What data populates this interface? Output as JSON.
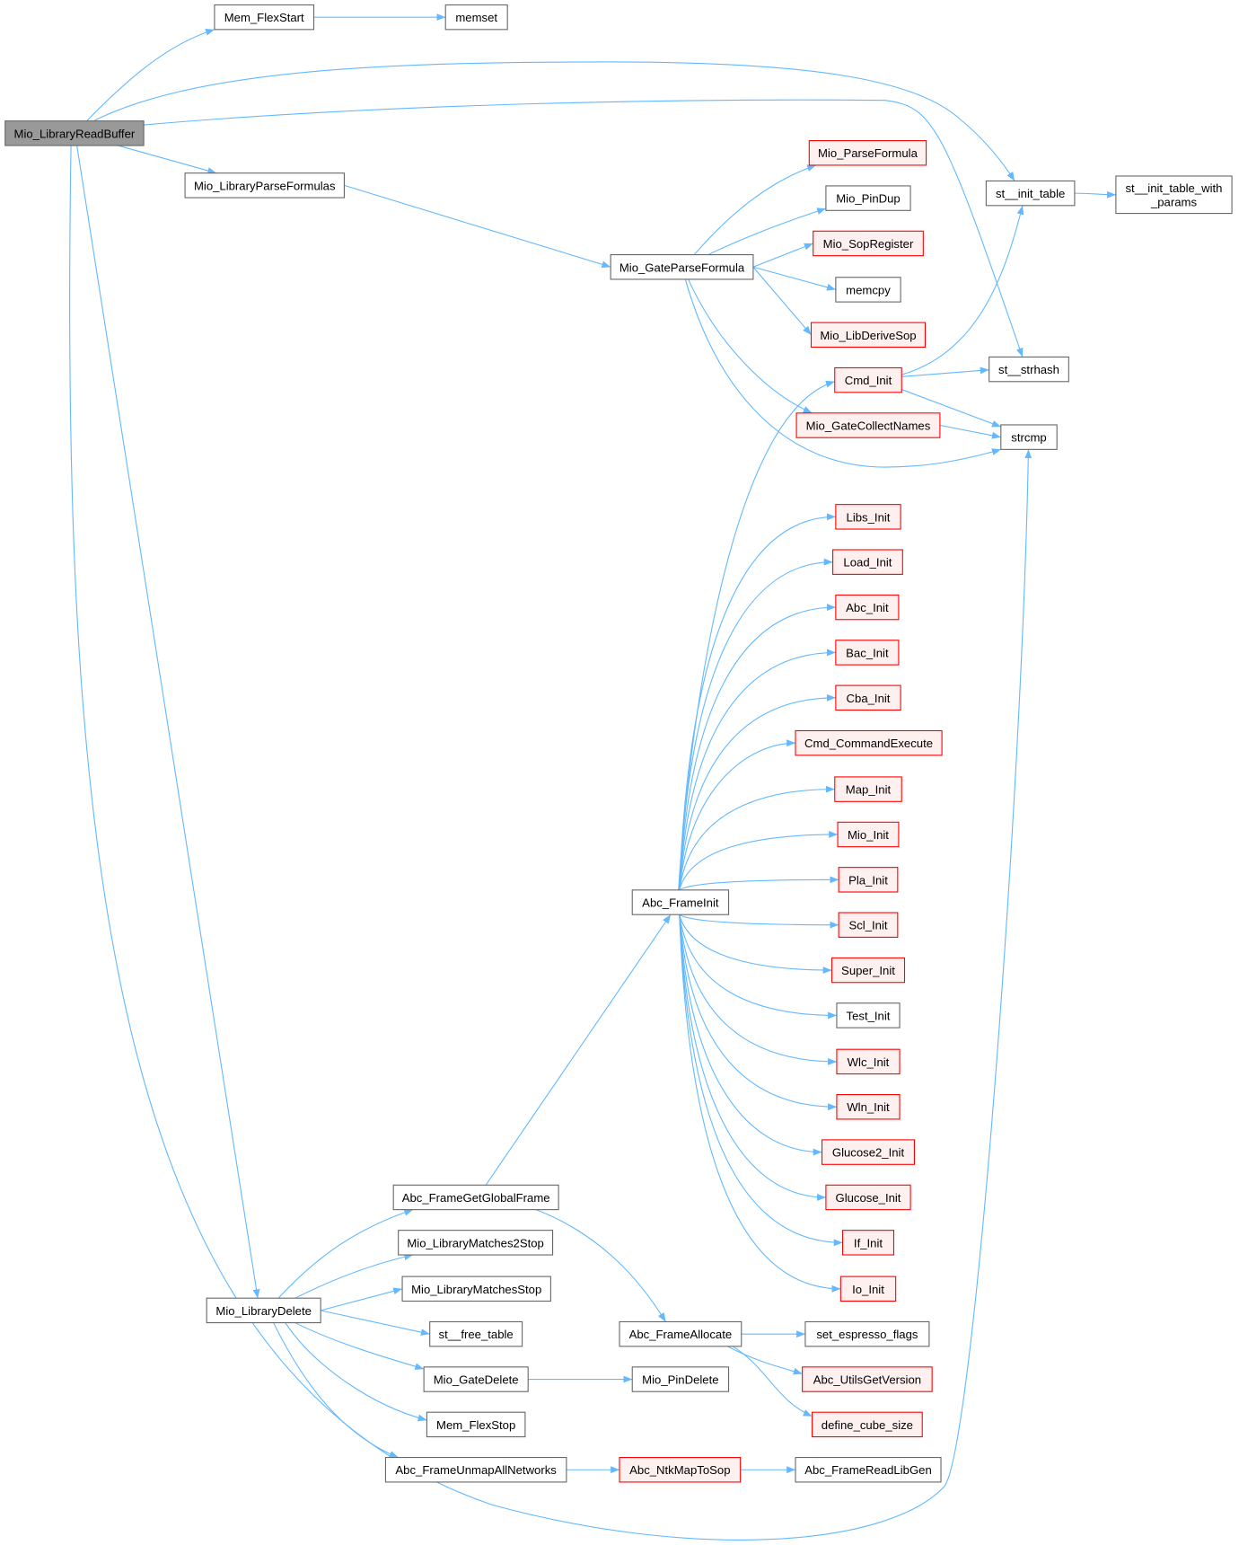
{
  "title": "Mio_LibraryReadBuffer call graph",
  "colors": {
    "edge": "#63b8ff",
    "root_fill": "#999999",
    "root_border": "#666666",
    "normal_fill": "#ffffff",
    "normal_border": "#666666",
    "red_fill": "#fff0f0",
    "red_border": "#ff0000"
  },
  "nodes": [
    {
      "id": "root",
      "label": "Mio_LibraryReadBuffer",
      "style": "root"
    },
    {
      "id": "memflexstart",
      "label": "Mem_FlexStart",
      "style": "normal"
    },
    {
      "id": "memset",
      "label": "memset",
      "style": "normal"
    },
    {
      "id": "parseformulas",
      "label": "Mio_LibraryParseFormulas",
      "style": "normal"
    },
    {
      "id": "gateparse",
      "label": "Mio_GateParseFormula",
      "style": "normal"
    },
    {
      "id": "parseformula",
      "label": "Mio_ParseFormula",
      "style": "red"
    },
    {
      "id": "pindup",
      "label": "Mio_PinDup",
      "style": "normal"
    },
    {
      "id": "sopregister",
      "label": "Mio_SopRegister",
      "style": "red"
    },
    {
      "id": "memcpy",
      "label": "memcpy",
      "style": "normal"
    },
    {
      "id": "libderivesop",
      "label": "Mio_LibDeriveSop",
      "style": "red"
    },
    {
      "id": "cmdinit",
      "label": "Cmd_Init",
      "style": "red"
    },
    {
      "id": "collectnames",
      "label": "Mio_GateCollectNames",
      "style": "red"
    },
    {
      "id": "stinittable",
      "label": "st__init_table",
      "style": "normal"
    },
    {
      "id": "stinitparams",
      "label": "st__init_table_with\n_params",
      "style": "normal"
    },
    {
      "id": "strhash",
      "label": "st__strhash",
      "style": "normal"
    },
    {
      "id": "strcmp",
      "label": "strcmp",
      "style": "normal"
    },
    {
      "id": "libsinit",
      "label": "Libs_Init",
      "style": "red"
    },
    {
      "id": "loadinit",
      "label": "Load_Init",
      "style": "red"
    },
    {
      "id": "abcinit",
      "label": "Abc_Init",
      "style": "red"
    },
    {
      "id": "bacinit",
      "label": "Bac_Init",
      "style": "red"
    },
    {
      "id": "cbainit",
      "label": "Cba_Init",
      "style": "red"
    },
    {
      "id": "cmdexec",
      "label": "Cmd_CommandExecute",
      "style": "red"
    },
    {
      "id": "mapinit",
      "label": "Map_Init",
      "style": "red"
    },
    {
      "id": "mioinit",
      "label": "Mio_Init",
      "style": "red"
    },
    {
      "id": "plainit",
      "label": "Pla_Init",
      "style": "red"
    },
    {
      "id": "sclinit",
      "label": "Scl_Init",
      "style": "red"
    },
    {
      "id": "superinit",
      "label": "Super_Init",
      "style": "red"
    },
    {
      "id": "testinit",
      "label": "Test_Init",
      "style": "normal"
    },
    {
      "id": "wlcinit",
      "label": "Wlc_Init",
      "style": "red"
    },
    {
      "id": "wlninit",
      "label": "Wln_Init",
      "style": "red"
    },
    {
      "id": "glucose2init",
      "label": "Glucose2_Init",
      "style": "red"
    },
    {
      "id": "glucoseinit",
      "label": "Glucose_Init",
      "style": "red"
    },
    {
      "id": "ifinit",
      "label": "If_Init",
      "style": "red"
    },
    {
      "id": "ioinit",
      "label": "Io_Init",
      "style": "red"
    },
    {
      "id": "frameinit",
      "label": "Abc_FrameInit",
      "style": "normal"
    },
    {
      "id": "getglobal",
      "label": "Abc_FrameGetGlobalFrame",
      "style": "normal"
    },
    {
      "id": "matches2stop",
      "label": "Mio_LibraryMatches2Stop",
      "style": "normal"
    },
    {
      "id": "matchesstop",
      "label": "Mio_LibraryMatchesStop",
      "style": "normal"
    },
    {
      "id": "freetable",
      "label": "st__free_table",
      "style": "normal"
    },
    {
      "id": "gatedelete",
      "label": "Mio_GateDelete",
      "style": "normal"
    },
    {
      "id": "memflexstop",
      "label": "Mem_FlexStop",
      "style": "normal"
    },
    {
      "id": "unmapall",
      "label": "Abc_FrameUnmapAllNetworks",
      "style": "normal"
    },
    {
      "id": "librarydelete",
      "label": "Mio_LibraryDelete",
      "style": "normal"
    },
    {
      "id": "frameallocate",
      "label": "Abc_FrameAllocate",
      "style": "normal"
    },
    {
      "id": "espresso",
      "label": "set_espresso_flags",
      "style": "normal"
    },
    {
      "id": "utilsversion",
      "label": "Abc_UtilsGetVersion",
      "style": "red"
    },
    {
      "id": "cubesize",
      "label": "define_cube_size",
      "style": "red"
    },
    {
      "id": "pindelete",
      "label": "Mio_PinDelete",
      "style": "normal"
    },
    {
      "id": "ntkmaptosop",
      "label": "Abc_NtkMapToSop",
      "style": "red"
    },
    {
      "id": "readlibgen",
      "label": "Abc_FrameReadLibGen",
      "style": "normal"
    }
  ],
  "edges": [
    [
      "root",
      "memflexstart"
    ],
    [
      "memflexstart",
      "memset"
    ],
    [
      "root",
      "stinittable"
    ],
    [
      "root",
      "strhash"
    ],
    [
      "root",
      "parseformulas"
    ],
    [
      "root",
      "librarydelete"
    ],
    [
      "root",
      "strcmp"
    ],
    [
      "parseformulas",
      "gateparse"
    ],
    [
      "gateparse",
      "parseformula"
    ],
    [
      "gateparse",
      "pindup"
    ],
    [
      "gateparse",
      "sopregister"
    ],
    [
      "gateparse",
      "memcpy"
    ],
    [
      "gateparse",
      "libderivesop"
    ],
    [
      "gateparse",
      "collectnames"
    ],
    [
      "gateparse",
      "strcmp"
    ],
    [
      "stinittable",
      "stinitparams"
    ],
    [
      "cmdinit",
      "stinittable"
    ],
    [
      "cmdinit",
      "strhash"
    ],
    [
      "cmdinit",
      "strcmp"
    ],
    [
      "collectnames",
      "strcmp"
    ],
    [
      "frameinit",
      "cmdinit"
    ],
    [
      "frameinit",
      "libsinit"
    ],
    [
      "frameinit",
      "loadinit"
    ],
    [
      "frameinit",
      "abcinit"
    ],
    [
      "frameinit",
      "bacinit"
    ],
    [
      "frameinit",
      "cbainit"
    ],
    [
      "frameinit",
      "cmdexec"
    ],
    [
      "frameinit",
      "mapinit"
    ],
    [
      "frameinit",
      "mioinit"
    ],
    [
      "frameinit",
      "plainit"
    ],
    [
      "frameinit",
      "sclinit"
    ],
    [
      "frameinit",
      "superinit"
    ],
    [
      "frameinit",
      "testinit"
    ],
    [
      "frameinit",
      "wlcinit"
    ],
    [
      "frameinit",
      "wlninit"
    ],
    [
      "frameinit",
      "glucose2init"
    ],
    [
      "frameinit",
      "glucoseinit"
    ],
    [
      "frameinit",
      "ifinit"
    ],
    [
      "frameinit",
      "ioinit"
    ],
    [
      "getglobal",
      "frameinit"
    ],
    [
      "getglobal",
      "frameallocate"
    ],
    [
      "librarydelete",
      "getglobal"
    ],
    [
      "librarydelete",
      "matches2stop"
    ],
    [
      "librarydelete",
      "matchesstop"
    ],
    [
      "librarydelete",
      "freetable"
    ],
    [
      "librarydelete",
      "gatedelete"
    ],
    [
      "librarydelete",
      "memflexstop"
    ],
    [
      "librarydelete",
      "unmapall"
    ],
    [
      "gatedelete",
      "pindelete"
    ],
    [
      "frameallocate",
      "espresso"
    ],
    [
      "frameallocate",
      "utilsversion"
    ],
    [
      "frameallocate",
      "cubesize"
    ],
    [
      "unmapall",
      "ntkmaptosop"
    ],
    [
      "ntkmaptosop",
      "readlibgen"
    ]
  ]
}
